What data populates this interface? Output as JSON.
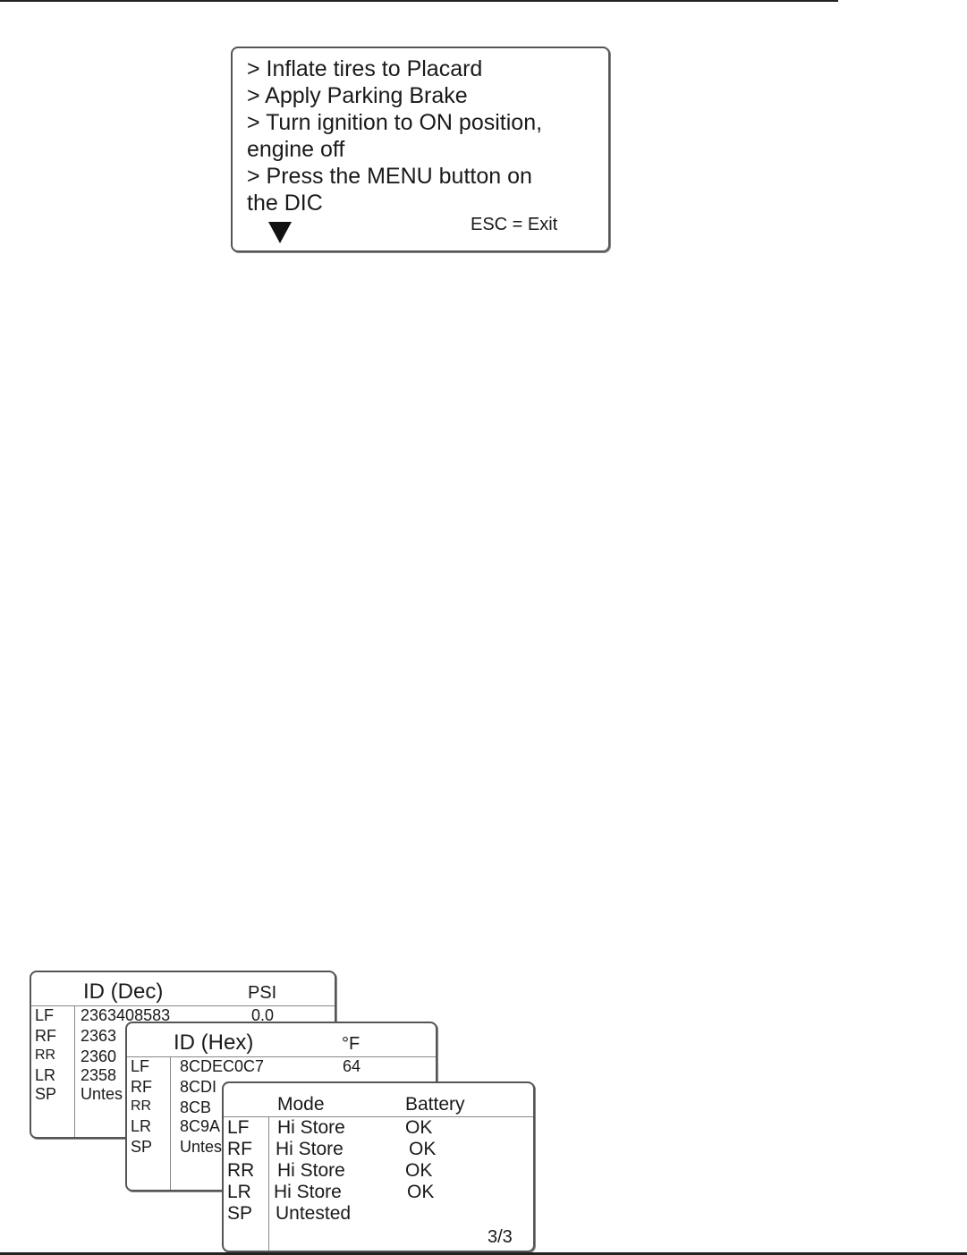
{
  "instruction_screen": {
    "lines": [
      "> Inflate tires to Placard",
      "> Apply Parking Brake",
      "> Turn ignition to ON position,",
      "engine off",
      "> Press the MENU button on",
      "the DIC"
    ],
    "esc_label": "ESC = Exit",
    "scroll_icon": "down-triangle-icon"
  },
  "screen_id_dec": {
    "col1_header": "ID (Dec)",
    "col2_header": "PSI",
    "rows": [
      {
        "pos": "LF",
        "id": "2363408583",
        "value": "0.0"
      },
      {
        "pos": "RF",
        "id": "2363",
        "value": ""
      },
      {
        "pos": "RR",
        "id": "2360",
        "value": ""
      },
      {
        "pos": "LR",
        "id": "2358",
        "value": ""
      },
      {
        "pos": "SP",
        "id": "Untes",
        "value": ""
      }
    ]
  },
  "screen_id_hex": {
    "col1_header": "ID (Hex)",
    "col2_header": "°F",
    "rows": [
      {
        "pos": "LF",
        "id": "8CDEC0C7",
        "value": "64"
      },
      {
        "pos": "RF",
        "id": "8CDI",
        "value": ""
      },
      {
        "pos": "RR",
        "id": "8CB",
        "value": ""
      },
      {
        "pos": "LR",
        "id": "8C9A",
        "value": ""
      },
      {
        "pos": "SP",
        "id": "Untes",
        "value": ""
      }
    ]
  },
  "screen_mode": {
    "col1_header": "Mode",
    "col2_header": "Battery",
    "rows": [
      {
        "pos": "LF",
        "mode": "Hi Store",
        "battery": "OK"
      },
      {
        "pos": "RF",
        "mode": "Hi Store",
        "battery": "OK"
      },
      {
        "pos": "RR",
        "mode": "Hi Store",
        "battery": "OK"
      },
      {
        "pos": "LR",
        "mode": "Hi Store",
        "battery": "OK"
      },
      {
        "pos": "SP",
        "mode": "Untested",
        "battery": ""
      }
    ],
    "page_indicator": "3/3"
  }
}
